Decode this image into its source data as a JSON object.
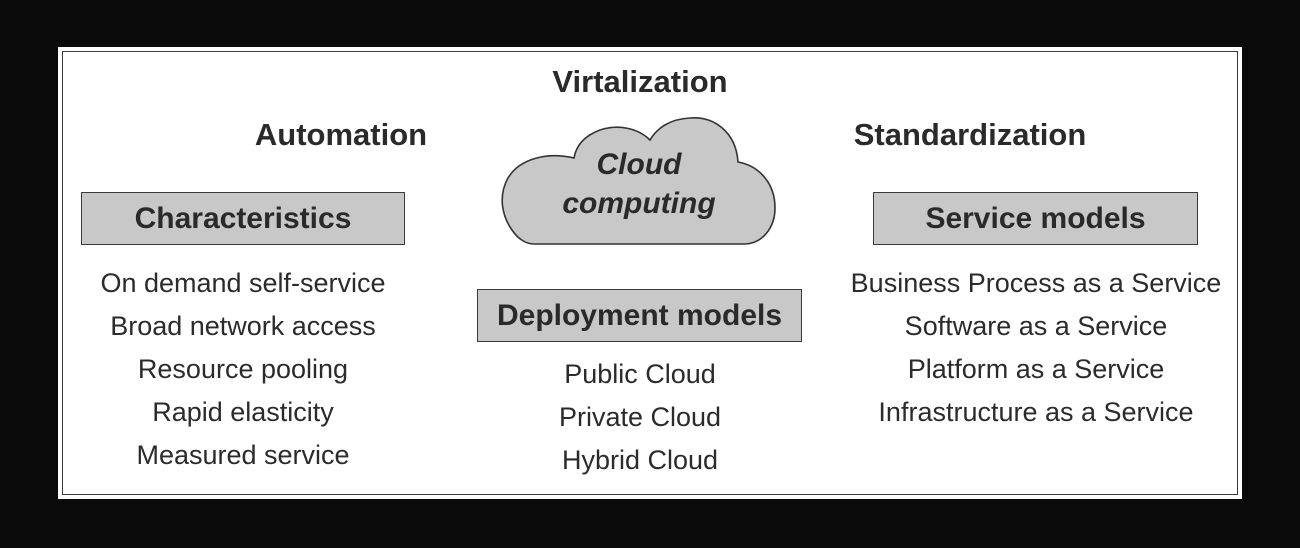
{
  "headings": {
    "virtualization": "Virtalization",
    "automation": "Automation",
    "standardization": "Standardization"
  },
  "cloud": {
    "line1": "Cloud",
    "line2": "computing"
  },
  "characteristics": {
    "title": "Characteristics",
    "items": [
      "On demand self-service",
      "Broad network access",
      "Resource pooling",
      "Rapid elasticity",
      "Measured service"
    ]
  },
  "deployment_models": {
    "title": "Deployment models",
    "items": [
      "Public Cloud",
      "Private Cloud",
      "Hybrid Cloud"
    ]
  },
  "service_models": {
    "title": "Service models",
    "items": [
      "Business Process as a Service",
      "Software as a Service",
      "Platform as a Service",
      "Infrastructure as a Service"
    ]
  },
  "colors": {
    "background": "#0a0a0a",
    "panel": "#ffffff",
    "box_fill": "#c8c8c8",
    "cloud_fill": "#c8c8c8",
    "text": "#2b2b2b"
  }
}
